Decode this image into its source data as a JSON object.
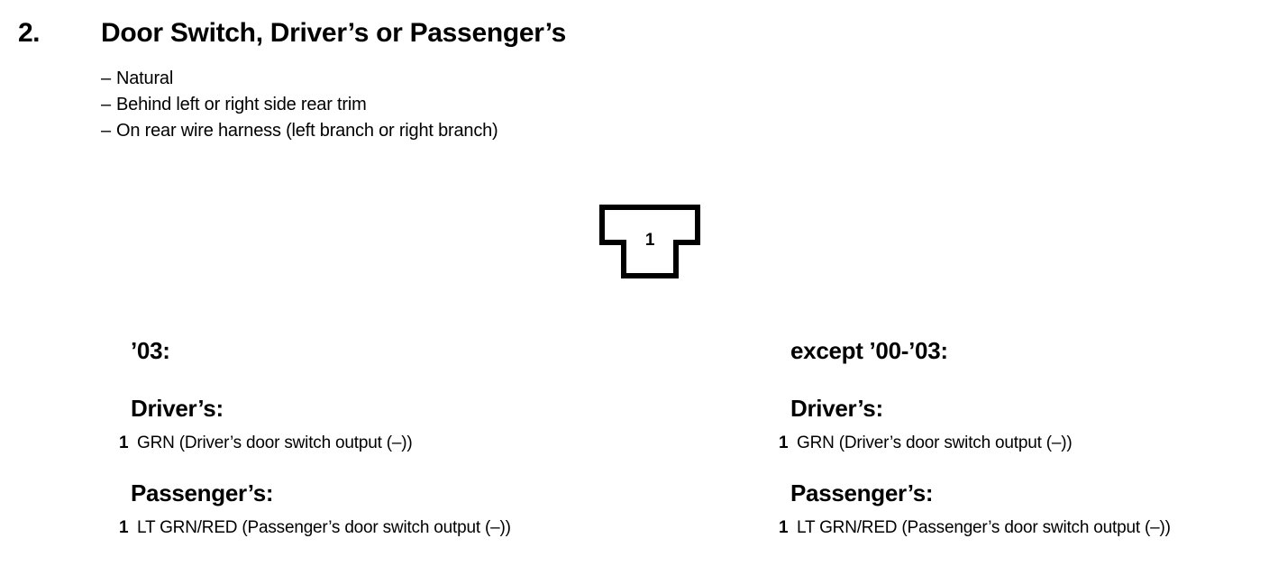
{
  "page": {
    "background_color": "#ffffff",
    "text_color": "#000000"
  },
  "header": {
    "number": "2.",
    "title": "Door Switch, Driver’s or Passenger’s"
  },
  "description_bullets": [
    {
      "dash": "–",
      "text": "Natural"
    },
    {
      "dash": "–",
      "text": "Behind left or right side rear trim"
    },
    {
      "dash": "–",
      "text": "On rear wire harness (left branch or right branch)"
    }
  ],
  "connector": {
    "name": "door-switch-connector",
    "shape": "t-shape",
    "pin_label": "1",
    "outline_color": "#000000",
    "fill_color": "#ffffff"
  },
  "columns": [
    {
      "variant_label": "’03:",
      "groups": [
        {
          "side_label": "Driver’s:",
          "pins": [
            {
              "number": "1",
              "description": "GRN (Driver’s door switch output (–))"
            }
          ]
        },
        {
          "side_label": "Passenger’s:",
          "pins": [
            {
              "number": "1",
              "description": "LT GRN/RED (Passenger’s door switch output (–))"
            }
          ]
        }
      ]
    },
    {
      "variant_label": "except ’00-’03:",
      "groups": [
        {
          "side_label": "Driver’s:",
          "pins": [
            {
              "number": "1",
              "description": "GRN (Driver’s door switch output (–))"
            }
          ]
        },
        {
          "side_label": "Passenger’s:",
          "pins": [
            {
              "number": "1",
              "description": "LT GRN/RED (Passenger’s door switch output (–))"
            }
          ]
        }
      ]
    }
  ]
}
